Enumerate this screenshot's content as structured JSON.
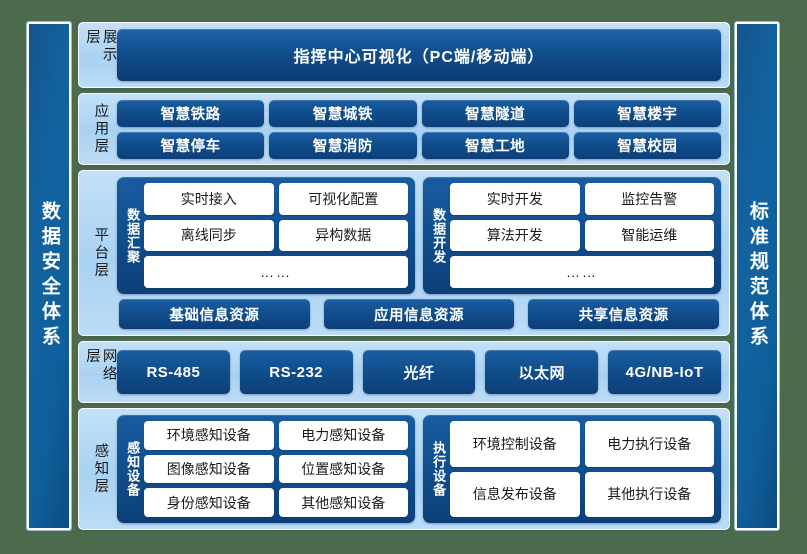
{
  "theme": {
    "background": "#4c6b4c",
    "band_bg": "#aed4f3",
    "chip_blue": "#114e8d",
    "chip_white": "#ffffff",
    "pillar_blue": "#1263a0",
    "text_light": "#ffffff",
    "text_dark": "#1a1a1a"
  },
  "pillars": {
    "left": "数据安全体系",
    "right": "标准规范体系"
  },
  "layers": {
    "display": {
      "label": "展示层",
      "banner": "指挥中心可视化（PC端/移动端）"
    },
    "application": {
      "label": "应用层",
      "items": [
        "智慧铁路",
        "智慧城铁",
        "智慧隧道",
        "智慧楼宇",
        "智慧停车",
        "智慧消防",
        "智慧工地",
        "智慧校园"
      ]
    },
    "platform": {
      "label": "平台层",
      "modules": [
        {
          "title": "数据汇聚",
          "items": [
            "实时接入",
            "可视化配置",
            "离线同步",
            "异构数据"
          ],
          "more": "……"
        },
        {
          "title": "数据开发",
          "items": [
            "实时开发",
            "监控告警",
            "算法开发",
            "智能运维"
          ],
          "more": "……"
        }
      ],
      "resources": [
        "基础信息资源",
        "应用信息资源",
        "共享信息资源"
      ]
    },
    "network": {
      "label": "网络层",
      "items": [
        "RS-485",
        "RS-232",
        "光纤",
        "以太网",
        "4G/NB-IoT"
      ]
    },
    "sensing": {
      "label": "感知层",
      "modules": [
        {
          "title": "感知设备",
          "items": [
            "环境感知设备",
            "电力感知设备",
            "图像感知设备",
            "位置感知设备",
            "身份感知设备",
            "其他感知设备"
          ]
        },
        {
          "title": "执行设备",
          "items": [
            "环境控制设备",
            "电力执行设备",
            "信息发布设备",
            "其他执行设备"
          ]
        }
      ]
    }
  }
}
